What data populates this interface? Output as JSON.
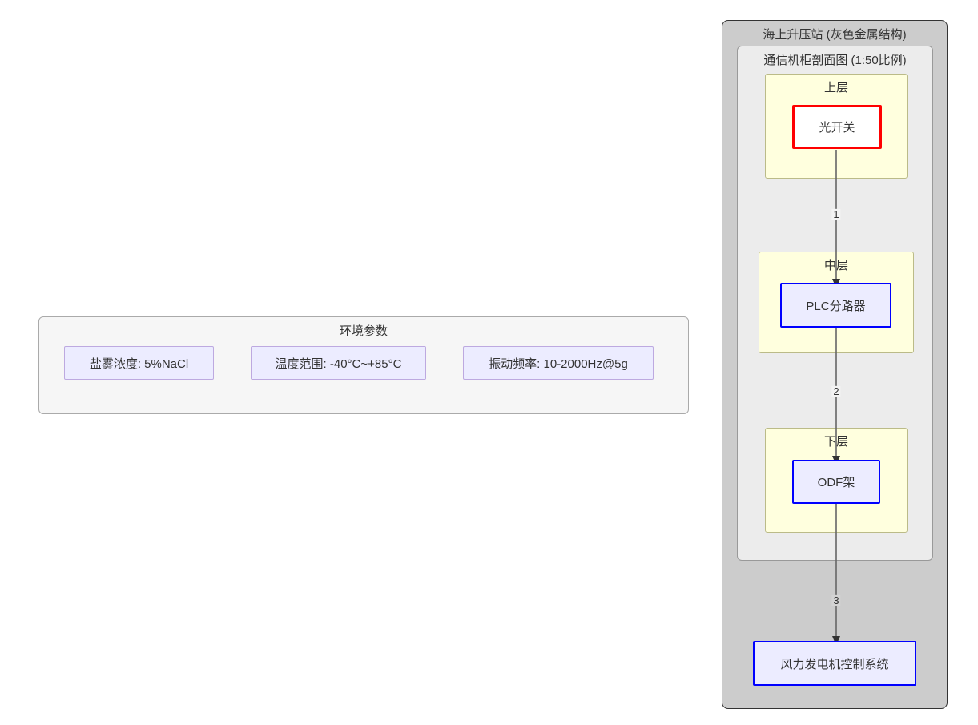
{
  "diagram": {
    "type": "flowchart",
    "station": {
      "label": "海上升压站 (灰色金属结构)",
      "cabinet": {
        "label": "通信机柜剖面图 (1:50比例)",
        "layers": [
          {
            "label": "上层",
            "node": {
              "label": "光开关",
              "style": "red-outline-white-fill"
            }
          },
          {
            "label": "中层",
            "node": {
              "label": "PLC分路器",
              "style": "blue-outline-lavender-fill"
            }
          },
          {
            "label": "下层",
            "node": {
              "label": "ODF架",
              "style": "blue-outline-lavender-fill"
            }
          }
        ]
      },
      "external_node": {
        "label": "风力发电机控制系统",
        "style": "blue-outline-lavender-fill"
      }
    },
    "edges": [
      {
        "label": "1",
        "from": "光开关",
        "to": "PLC分路器"
      },
      {
        "label": "2",
        "from": "PLC分路器",
        "to": "ODF架"
      },
      {
        "label": "3",
        "from": "ODF架",
        "to": "风力发电机控制系统"
      }
    ]
  },
  "environment": {
    "title": "环境参数",
    "params": [
      {
        "label": "盐雾浓度: 5%NaCl"
      },
      {
        "label": "温度范围: -40°C~+85°C"
      },
      {
        "label": "振动频率: 10-2000Hz@5g"
      }
    ]
  },
  "colors": {
    "station_fill": "#cccccc",
    "cabinet_fill": "#ececec",
    "layer_fill": "#ffffde",
    "layer_stroke": "#bbbb88",
    "node_blue_stroke": "#0000ff",
    "node_blue_fill": "#ececff",
    "node_red_stroke": "#ff0000",
    "node_red_fill": "#ffffff",
    "edge_stroke": "#666666",
    "panel_fill": "#f6f6f6"
  }
}
